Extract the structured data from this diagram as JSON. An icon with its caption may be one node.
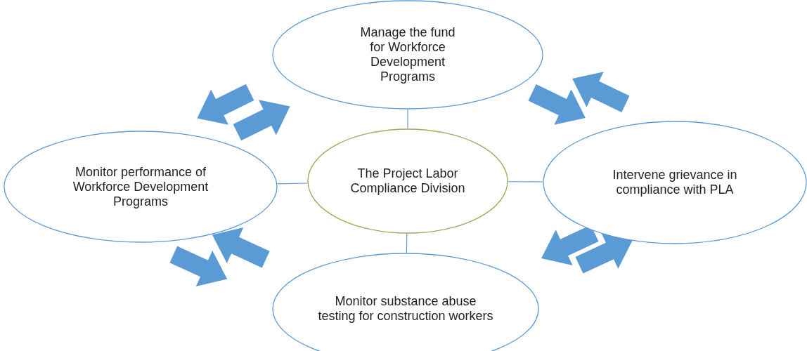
{
  "diagram": {
    "nodes": [
      {
        "text": [
          "The Project Labor Compliance Division"
        ]
      },
      {
        "text": [
          "Manage the fund for Workforce Development Programs"
        ]
      },
      {
        "text": [
          "Monitor performance of Workforce Development Programs"
        ]
      },
      {
        "text": [
          "Intervene grievance in compliance with PLA"
        ]
      },
      {
        "text": [
          "Monitor substance abuse testing for construction workers"
        ]
      }
    ],
    "edges": [
      {
        "from": 0,
        "to": 1,
        "arrow": "none"
      },
      {
        "from": 0,
        "to": 2,
        "arrow": "none"
      },
      {
        "from": 0,
        "to": 3,
        "arrow": "none"
      },
      {
        "from": 0,
        "to": 4,
        "arrow": "none"
      },
      {
        "from": 1,
        "to": 2,
        "arrow": "to",
        "style": "thick"
      },
      {
        "from": 2,
        "to": 1,
        "arrow": "to",
        "style": "thick"
      },
      {
        "from": 1,
        "to": 3,
        "arrow": "to",
        "style": "thick"
      },
      {
        "from": 3,
        "to": 1,
        "arrow": "to",
        "style": "thick"
      },
      {
        "from": 3,
        "to": 4,
        "arrow": "to",
        "style": "thick"
      },
      {
        "from": 4,
        "to": 3,
        "arrow": "to",
        "style": "thick"
      },
      {
        "from": 2,
        "to": 4,
        "arrow": "to",
        "style": "thick"
      },
      {
        "from": 4,
        "to": 2,
        "arrow": "to",
        "style": "thick"
      }
    ]
  }
}
